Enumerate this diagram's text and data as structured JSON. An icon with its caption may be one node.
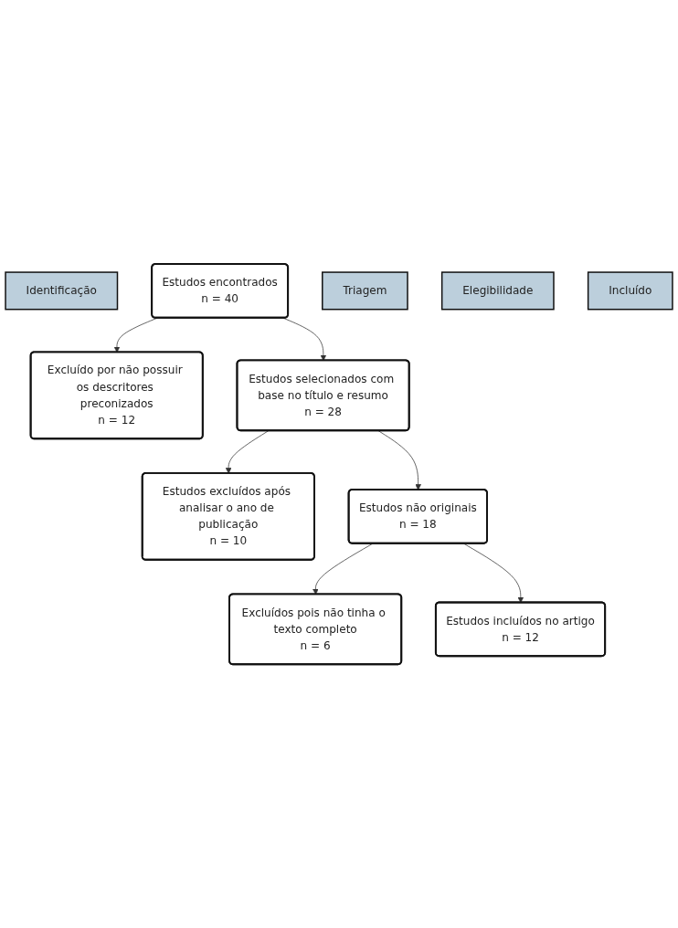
{
  "diagram": {
    "nodes": [
      {
        "text": [
          "Identificação"
        ]
      },
      {
        "text": [
          "Estudos encontrados",
          "n = 40"
        ]
      },
      {
        "text": [
          "Excluído por não possuir os descritores preconizados",
          "n = 12"
        ]
      },
      {
        "text": [
          "Triagem"
        ]
      },
      {
        "text": [
          "Estudos selecionados com base no título e resumo",
          "n = 28"
        ]
      },
      {
        "text": [
          "Estudos excluídos após analisar o ano de publicação",
          "n = 10"
        ]
      },
      {
        "text": [
          "Elegibilidade"
        ]
      },
      {
        "text": [
          "Estudos não originais",
          "n = 18"
        ]
      },
      {
        "text": [
          "Excluídos pois não tinha o texto completo",
          "n = 6"
        ]
      },
      {
        "text": [
          "Incluído"
        ]
      },
      {
        "text": [
          "Estudos incluídos no artigo",
          "n = 12"
        ]
      }
    ],
    "edges": [
      {
        "from": 1,
        "to": 2,
        "arrow": "to"
      },
      {
        "from": 1,
        "to": 4,
        "arrow": "to"
      },
      {
        "from": 4,
        "to": 5,
        "arrow": "to"
      },
      {
        "from": 4,
        "to": 7,
        "arrow": "to"
      },
      {
        "from": 7,
        "to": 8,
        "arrow": "to"
      },
      {
        "from": 7,
        "to": 10,
        "arrow": "to"
      }
    ]
  }
}
